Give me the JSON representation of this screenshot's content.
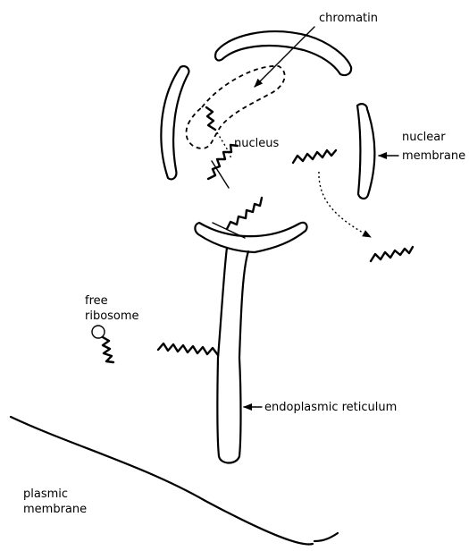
{
  "labels": {
    "chromatin": "chromatin",
    "nucleus": "nucleus",
    "nuclear_membrane_1": "nuclear",
    "nuclear_membrane_2": "membrane",
    "free_ribosome_1": "free",
    "free_ribosome_2": "ribosome",
    "endoplasmic_reticulum": "endoplasmic reticulum",
    "plasmic_membrane_1": "plasmic",
    "plasmic_membrane_2": "membrane"
  }
}
